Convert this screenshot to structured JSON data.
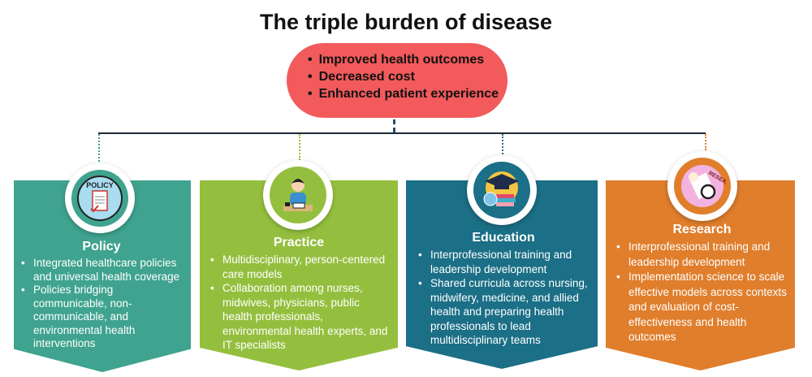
{
  "title": "The triple burden of disease",
  "goals": [
    "Improved health outcomes",
    "Decreased cost",
    "Enhanced patient experience"
  ],
  "pillars": [
    {
      "name": "Policy",
      "color": "#3fa38f",
      "icon": "policy-clipboard-icon",
      "icon_text": "POLICY",
      "items": [
        "Integrated healthcare policies and universal health coverage",
        "Policies bridging communicable, non-communicable, and environmental health interventions"
      ]
    },
    {
      "name": "Practice",
      "color": "#94bf3e",
      "icon": "person-writing-icon",
      "items": [
        "Multidisciplinary, person-centered care models",
        "Collaboration among nurses, midwives, physicians, public health professionals, environmental health experts, and IT specialists"
      ]
    },
    {
      "name": "Education",
      "color": "#1b6f86",
      "icon": "graduation-cap-icon",
      "items": [
        "Interprofessional training and leadership development",
        "Shared curricula across nursing, midwifery, medicine, and allied health and preparing health professionals to lead multidisciplinary teams"
      ]
    },
    {
      "name": "Research",
      "color": "#e07e2c",
      "icon": "research-magnifier-icon",
      "icon_text": "RESEARCH",
      "items": [
        "Interprofessional training and leadership development",
        "Implementation science to scale effective models across contexts and evaluation of cost-effectiveness and health outcomes"
      ]
    }
  ]
}
